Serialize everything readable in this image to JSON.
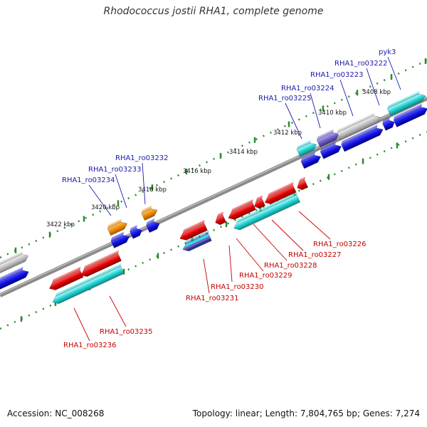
{
  "header": {
    "title": "Rhodococcus jostii RHA1, complete genome"
  },
  "footer": {
    "accession_label": "Accession:",
    "accession": "NC_008268",
    "topology_label": "Topology:",
    "topology": "linear;",
    "length_label": "Length:",
    "length": "7,804,765 bp;",
    "genes_label": "Genes:",
    "genes": "7,274"
  },
  "colors": {
    "backbone": "#7a7a7a",
    "tick": "#2e8b2e",
    "forward_label": "#1a1aaa",
    "reverse_label": "#c40000",
    "blue_gene": "#1010e0",
    "cyan_gene": "#22c8c8",
    "red_gene": "#e00000",
    "orange_gene": "#f08a00",
    "gray_gene": "#b8b8b8",
    "purple_gene": "#7060c8"
  },
  "scale": {
    "ticks": [
      {
        "label": "3422 kbp"
      },
      {
        "label": "3420 kbp"
      },
      {
        "label": "3418 kbp"
      },
      {
        "label": "3416 kbp"
      },
      {
        "label": "3414 kbp"
      },
      {
        "label": "3412 kbp"
      },
      {
        "label": "3410 kbp"
      },
      {
        "label": "3408 kbp"
      }
    ]
  },
  "forward_genes": [
    {
      "label": "pyk3"
    },
    {
      "label": "RHA1_ro03222"
    },
    {
      "label": "RHA1_ro03223"
    },
    {
      "label": "RHA1_ro03224"
    },
    {
      "label": "RHA1_ro03225"
    },
    {
      "label": "RHA1_ro03232"
    },
    {
      "label": "RHA1_ro03233"
    },
    {
      "label": "RHA1_ro03234"
    }
  ],
  "reverse_genes": [
    {
      "label": "RHA1_ro03226"
    },
    {
      "label": "RHA1_ro03227"
    },
    {
      "label": "RHA1_ro03228"
    },
    {
      "label": "RHA1_ro03229"
    },
    {
      "label": "RHA1_ro03230"
    },
    {
      "label": "RHA1_ro03231"
    },
    {
      "label": "RHA1_ro03235"
    },
    {
      "label": "RHA1_ro03236"
    }
  ]
}
